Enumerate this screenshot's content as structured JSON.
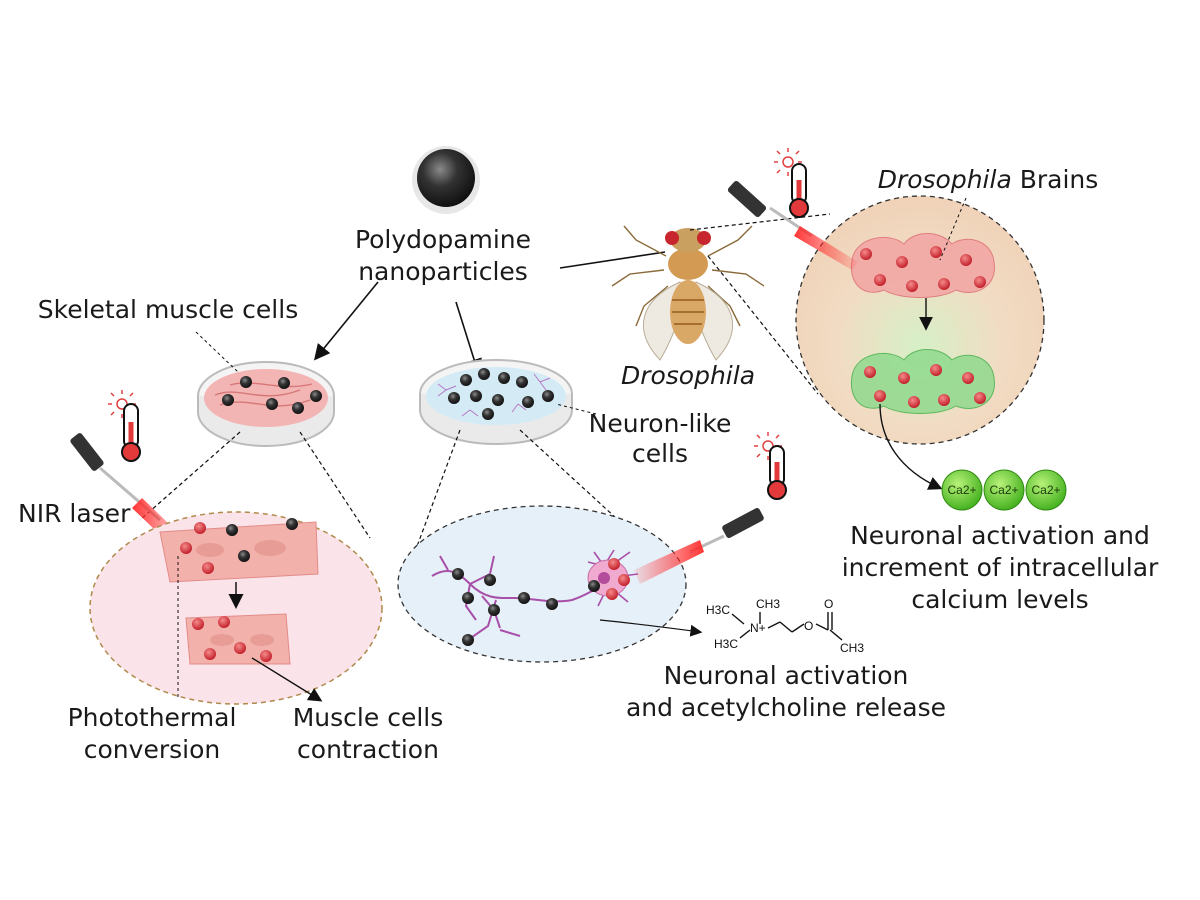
{
  "labels": {
    "nanoparticles_line1": "Polydopamine",
    "nanoparticles_line2": "nanoparticles",
    "skeletal": "Skeletal muscle cells",
    "nir": "NIR laser",
    "photothermal_line1": "Photothermal",
    "photothermal_line2": "conversion",
    "contraction_line1": "Muscle cells",
    "contraction_line2": "contraction",
    "neuron_like_line1": "Neuron-like",
    "neuron_like_line2": "cells",
    "drosophila": "Drosophila",
    "brains_italic": "Drosophila",
    "brains_rest": " Brains",
    "ach_line1": "Neuronal activation",
    "ach_line2": "and acetylcholine release",
    "calcium_line1": "Neuronal activation and",
    "calcium_line2": "increment of intracellular",
    "calcium_line3": "calcium levels"
  },
  "acetylcholine": {
    "atoms": [
      "H3C",
      "H3C",
      "CH3",
      "N+",
      "O",
      "O",
      "CH3"
    ]
  },
  "calcium_ions": [
    "Ca2+",
    "Ca2+",
    "Ca2+"
  ],
  "colors": {
    "nanoparticle": "#2b2b2b",
    "muscle_pink": "#f2a7a7",
    "dish_blue": "#cfe6f2",
    "brain_green": "#7fd17f",
    "calcium_green": "#5fcf2f",
    "laser_red": "#e23a3a"
  }
}
